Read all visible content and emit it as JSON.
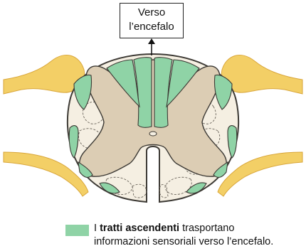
{
  "callout": {
    "line1": "Verso",
    "line2": "l’encefalo"
  },
  "legend": {
    "prefix": "I",
    "bold": "tratti ascendenti",
    "rest": " trasportano",
    "line2": "informazioni sensoriali verso l’encefalo."
  },
  "colors": {
    "tract_green": "#8fd3a6",
    "gray_matter": "#dccdb4",
    "white_matter": "#f5efe2",
    "nerve_yellow": "#f3cf66",
    "outline": "#3d3a35"
  }
}
